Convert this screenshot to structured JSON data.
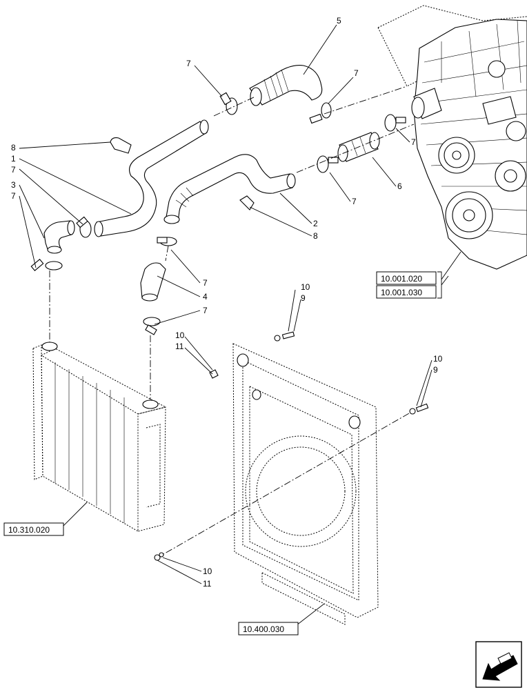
{
  "callouts": {
    "c1": "1",
    "c2": "2",
    "c3": "3",
    "c4": "4",
    "c5": "5",
    "c6": "6",
    "c7_top": "7",
    "c7_right_top": "7",
    "c7_right_mid": "7",
    "c7_mid_right": "7",
    "c7_left_a": "7",
    "c7_left_b": "7",
    "c7_center_a": "7",
    "c7_center_b": "7",
    "c8_left": "8",
    "c8_right": "8",
    "c9_top": "9",
    "c9_right": "9",
    "c10_top": "10",
    "c10_left": "10",
    "c10_right": "10",
    "c10_bottom": "10",
    "c11_left": "11",
    "c11_bottom": "11"
  },
  "refs": {
    "engine_a": "10.001.020",
    "engine_b": "10.001.030",
    "radiator": "10.310.020",
    "shroud": "10.400.030"
  },
  "nav_icon": "next-page-arrow-icon"
}
